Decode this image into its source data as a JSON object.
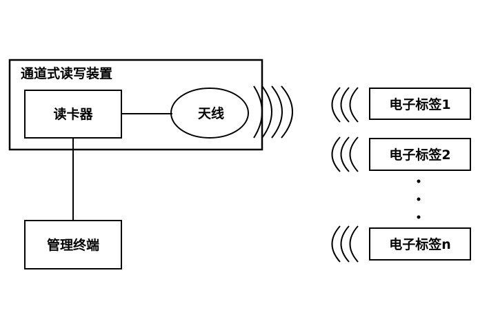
{
  "device": {
    "title": "通道式读写装置"
  },
  "reader": {
    "label": "读卡器"
  },
  "antenna": {
    "label": "天线"
  },
  "terminal": {
    "label": "管理终端"
  },
  "tags": [
    {
      "label": "电子标签1"
    },
    {
      "label": "电子标签2"
    },
    {
      "label": "电子标签n"
    }
  ],
  "colors": {
    "stroke": "#000000",
    "background": "#ffffff"
  }
}
